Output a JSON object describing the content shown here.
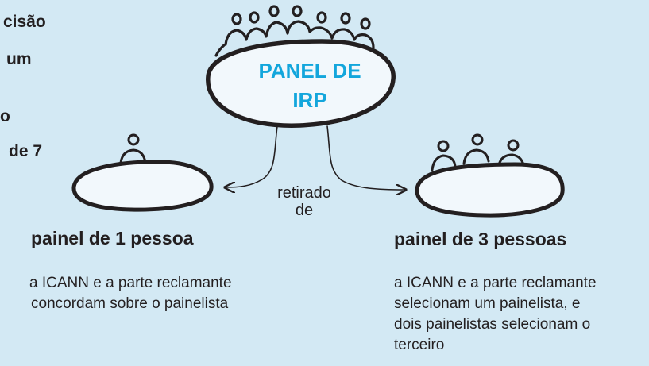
{
  "left_fragments": [
    "cisão",
    "um",
    "o",
    "de 7"
  ],
  "center_panel": {
    "title_line1": "PANEL DE",
    "title_line2": "IRP"
  },
  "arrow_label": {
    "line1": "retirado",
    "line2": "de"
  },
  "one_person_panel": {
    "heading": "painel de 1 pessoa",
    "description": [
      "a ICANN e a parte reclamante",
      "concordam sobre o painelista"
    ]
  },
  "three_person_panel": {
    "heading": "painel de 3 pessoas",
    "description": [
      "a ICANN e a parte reclamante",
      "selecionam um painelista, e",
      "dois painelistas selecionam o",
      "terceiro"
    ]
  },
  "colors": {
    "background": "#d3e9f4",
    "panel_fill": "#f2f8fc",
    "ink": "#231f20",
    "accent": "#13a6dc"
  }
}
